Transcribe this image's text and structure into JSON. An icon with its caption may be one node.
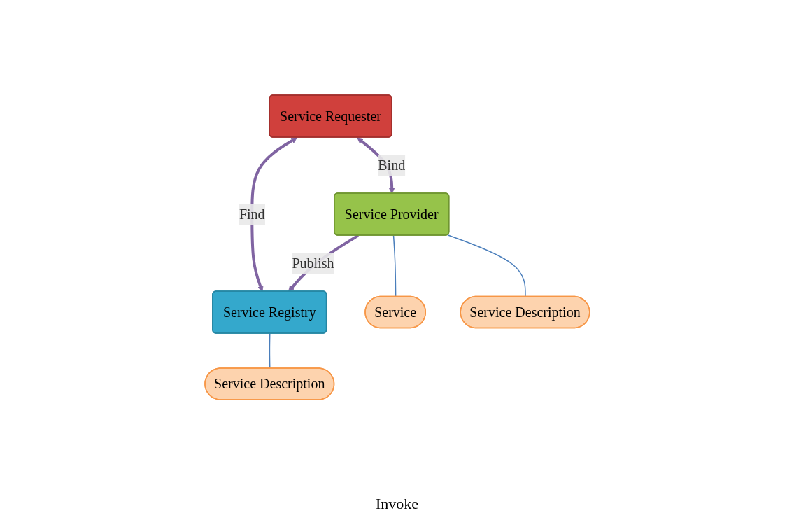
{
  "diagram": {
    "nodes": [
      {
        "text": [
          "Service Registry"
        ]
      },
      {
        "text": [
          "Service Description"
        ]
      },
      {
        "text": [
          "Service Requester"
        ]
      },
      {
        "text": [
          "Service Provider"
        ]
      },
      {
        "text": [
          "Service"
        ]
      },
      {
        "text": [
          "Service Description"
        ]
      }
    ],
    "edges": [
      {
        "from": 0,
        "to": 1,
        "arrow": "none",
        "color": "#4a7ebb"
      },
      {
        "from": 2,
        "to": 0,
        "arrow": "both",
        "label": "Find",
        "style": "thick",
        "color": "#8064a2"
      },
      {
        "from": 3,
        "to": 0,
        "arrow": "to",
        "label": "Publish",
        "style": "thick",
        "color": "#8064a2"
      },
      {
        "from": 2,
        "to": 3,
        "arrow": "both",
        "label": "Bind",
        "style": "thick",
        "color": "#8064a2"
      },
      {
        "from": 3,
        "to": 4,
        "arrow": "none",
        "color": "#4a7ebb"
      },
      {
        "from": 3,
        "to": 5,
        "arrow": "none",
        "color": "#4a7ebb"
      }
    ],
    "labels": [
      "Invoke"
    ]
  }
}
